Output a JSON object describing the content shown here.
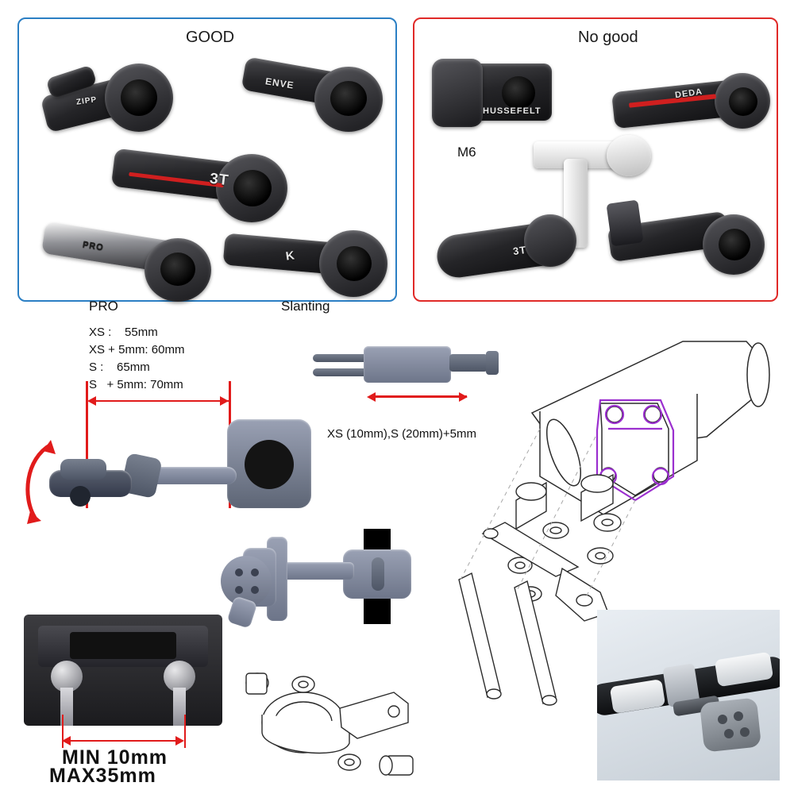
{
  "panels": {
    "good": {
      "title": "GOOD",
      "border_color": "#2b7fc4",
      "stems": [
        {
          "brand": "ZIPP"
        },
        {
          "brand": "ENVE"
        },
        {
          "brand": "3T"
        },
        {
          "brand": "PRO"
        },
        {
          "brand": "K"
        }
      ],
      "captions": [
        {
          "label": "PRO"
        },
        {
          "label": "Slanting"
        }
      ]
    },
    "nogood": {
      "title": "No good",
      "border_color": "#e02a28",
      "stems": [
        {
          "brand": "HUSSEFELT"
        },
        {
          "brand": "DEDA"
        },
        {
          "brand": "3T"
        },
        {
          "brand": ""
        }
      ],
      "captions": [
        {
          "label": "M6"
        }
      ]
    }
  },
  "measurements": {
    "list": [
      "XS :    55mm",
      "XS + 5mm: 60mm",
      "S :    65mm",
      "S   + 5mm: 70mm"
    ],
    "bolt_note": "XS (10mm),S (20mm)+5mm",
    "min_label": "MIN 10mm",
    "max_label": "MAX35mm"
  },
  "colors": {
    "good_border": "#2b7fc4",
    "nogood_border": "#e02a28",
    "dimension_red": "#e11b1b",
    "purple_mount": "#9b2fcf",
    "grey_part": "#7b8396"
  }
}
